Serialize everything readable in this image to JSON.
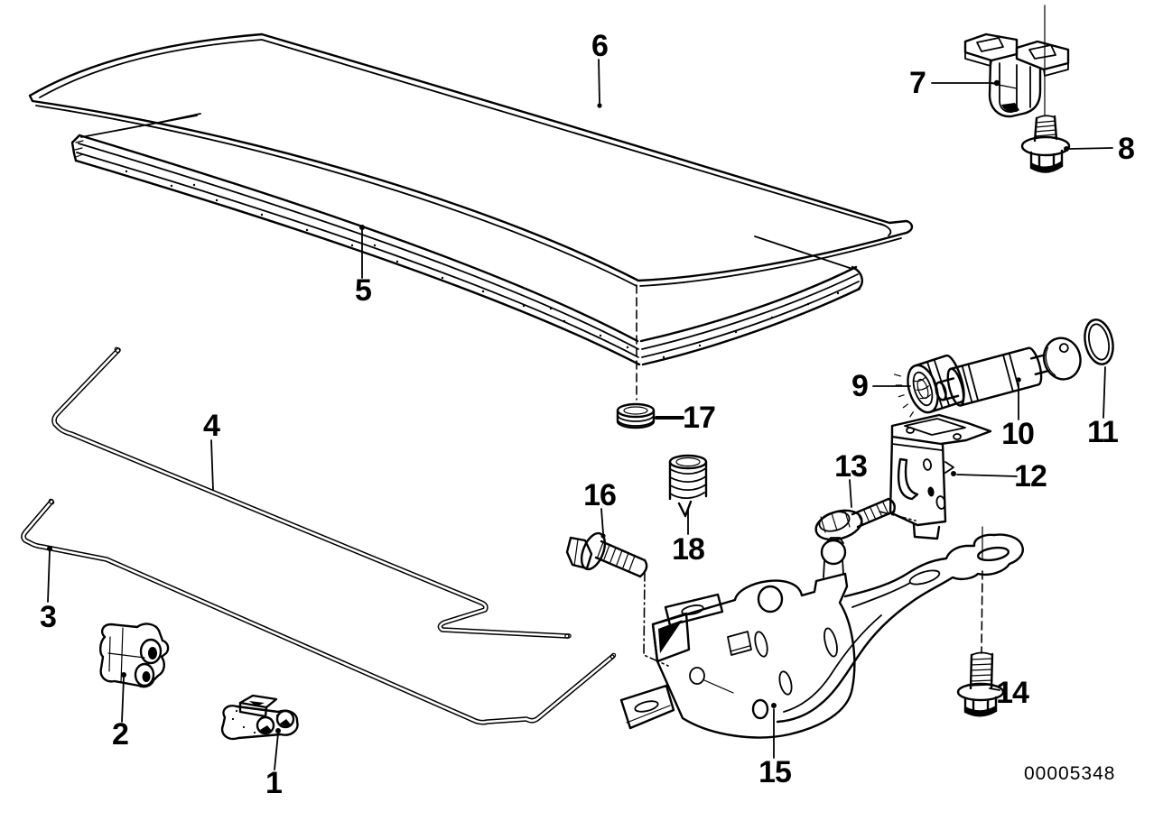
{
  "diagram": {
    "ink": "#000000",
    "paper": "#ffffff",
    "drawing_number": "00005348",
    "callouts": [
      {
        "number": "1"
      },
      {
        "number": "2"
      },
      {
        "number": "3"
      },
      {
        "number": "4"
      },
      {
        "number": "5"
      },
      {
        "number": "6"
      },
      {
        "number": "7"
      },
      {
        "number": "8"
      },
      {
        "number": "9"
      },
      {
        "number": "10"
      },
      {
        "number": "11"
      },
      {
        "number": "12"
      },
      {
        "number": "13"
      },
      {
        "number": "14"
      },
      {
        "number": "15"
      },
      {
        "number": "16"
      },
      {
        "number": "17"
      },
      {
        "number": "18"
      }
    ]
  }
}
